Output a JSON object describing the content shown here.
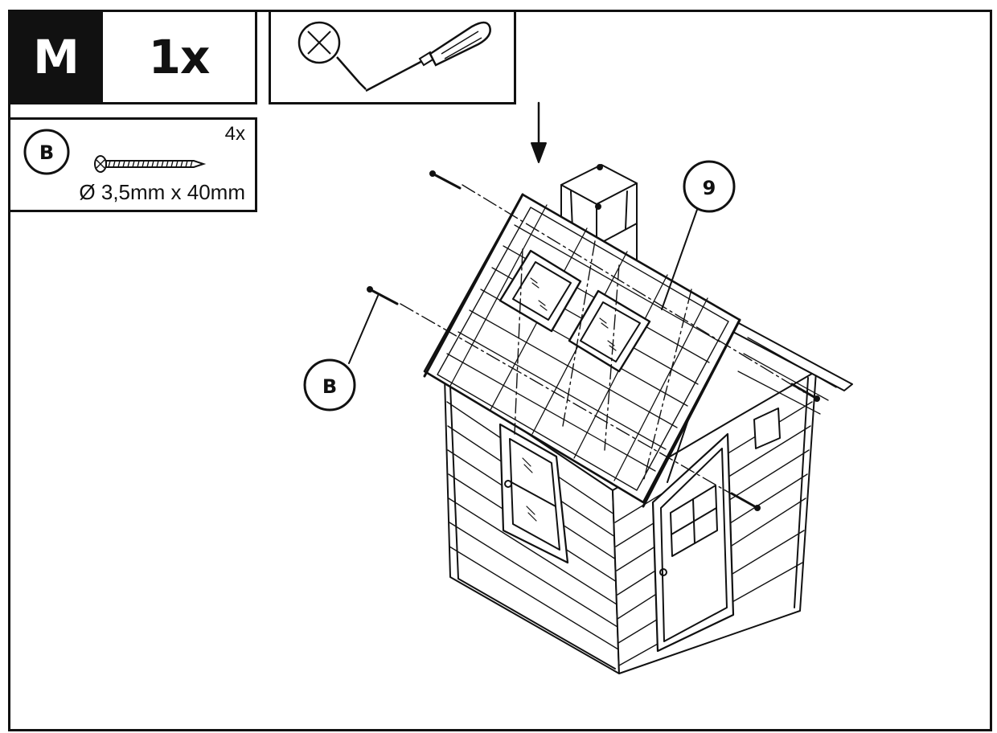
{
  "header": {
    "step_letter": "M",
    "quantity": "1x"
  },
  "hardware": {
    "part_label": "B",
    "count": "4x",
    "spec": "Ø 3,5mm x 40mm"
  },
  "callouts": {
    "panel_number": "9",
    "screw_label": "B"
  },
  "colors": {
    "ink": "#111111",
    "paper": "#ffffff"
  }
}
